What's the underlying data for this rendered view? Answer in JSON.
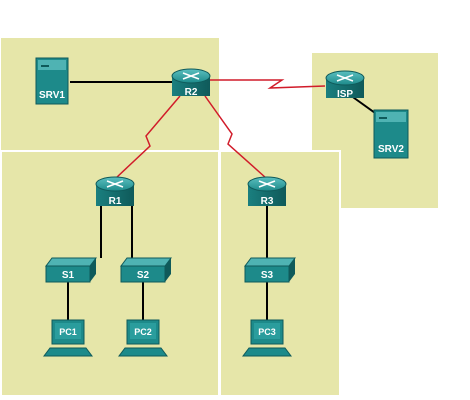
{
  "nodes": {
    "srv1": {
      "label": "SRV1",
      "kind": "server"
    },
    "r2": {
      "label": "R2",
      "kind": "router"
    },
    "isp": {
      "label": "ISP",
      "kind": "router"
    },
    "srv2": {
      "label": "SRV2",
      "kind": "server"
    },
    "r1": {
      "label": "R1",
      "kind": "router"
    },
    "r3": {
      "label": "R3",
      "kind": "router"
    },
    "s1": {
      "label": "S1",
      "kind": "switch"
    },
    "s2": {
      "label": "S2",
      "kind": "switch"
    },
    "s3": {
      "label": "S3",
      "kind": "switch"
    },
    "pc1": {
      "label": "PC1",
      "kind": "pc"
    },
    "pc2": {
      "label": "PC2",
      "kind": "pc"
    },
    "pc3": {
      "label": "PC3",
      "kind": "pc"
    }
  },
  "links": [
    {
      "from": "srv1",
      "to": "r2",
      "type": "ethernet"
    },
    {
      "from": "r2",
      "to": "isp",
      "type": "serial"
    },
    {
      "from": "isp",
      "to": "srv2",
      "type": "ethernet"
    },
    {
      "from": "r2",
      "to": "r1",
      "type": "serial"
    },
    {
      "from": "r2",
      "to": "r3",
      "type": "serial"
    },
    {
      "from": "r1",
      "to": "s1",
      "type": "ethernet"
    },
    {
      "from": "r1",
      "to": "s2",
      "type": "ethernet"
    },
    {
      "from": "r3",
      "to": "s3",
      "type": "ethernet"
    },
    {
      "from": "s1",
      "to": "pc1",
      "type": "ethernet"
    },
    {
      "from": "s2",
      "to": "pc2",
      "type": "ethernet"
    },
    {
      "from": "s3",
      "to": "pc3",
      "type": "ethernet"
    }
  ],
  "colors": {
    "area_fill": "#e6e6a9",
    "area_border": "#ffffff",
    "device": "#1d8a8a",
    "device_dark": "#0f5a5a",
    "device_light": "#4fb3b3",
    "ethernet": "#000000",
    "serial": "#d11c2a"
  }
}
